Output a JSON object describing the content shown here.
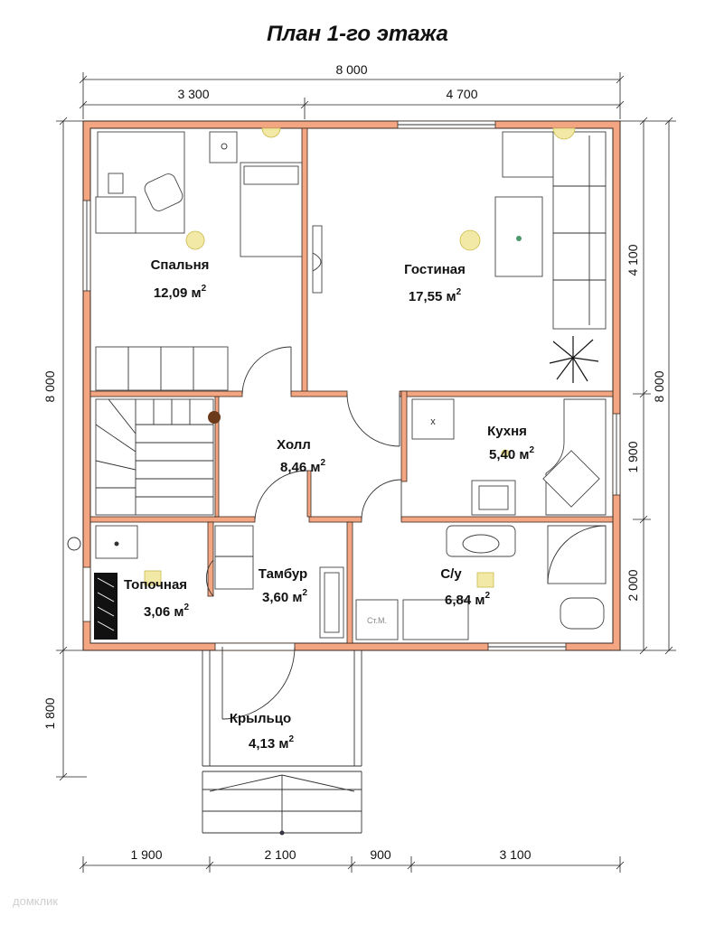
{
  "title": "План 1-го этажа",
  "rooms": [
    {
      "name": "Спальня",
      "area": "12,09 м"
    },
    {
      "name": "Гостиная",
      "area": "17,55 м"
    },
    {
      "name": "Холл",
      "area": "8,46 м"
    },
    {
      "name": "Кухня",
      "area": "5,40 м"
    },
    {
      "name": "Топочная",
      "area": "3,06 м"
    },
    {
      "name": "Тамбур",
      "area": "3,60 м"
    },
    {
      "name": "С/у",
      "area": "6,84 м"
    },
    {
      "name": "Крыльцо",
      "area": "4,13 м"
    }
  ],
  "area_unit_sup": "2",
  "dimensions": {
    "top_total": "8 000",
    "top_left": "3 300",
    "top_right": "4 700",
    "left_total": "8 000",
    "left_porch": "1 800",
    "right_total": "8 000",
    "right_1": "4 100",
    "right_2": "1 900",
    "right_3": "2 000",
    "bottom_1": "1 900",
    "bottom_2": "2 100",
    "bottom_3": "900",
    "bottom_4": "3 100"
  },
  "labels": {
    "stiral": "Ст.М.",
    "stove": "x"
  },
  "watermark": "домклик",
  "colors": {
    "wall": "#f4a582",
    "wall_stroke": "#3a2a20",
    "lamp": "#f2e9a6"
  }
}
